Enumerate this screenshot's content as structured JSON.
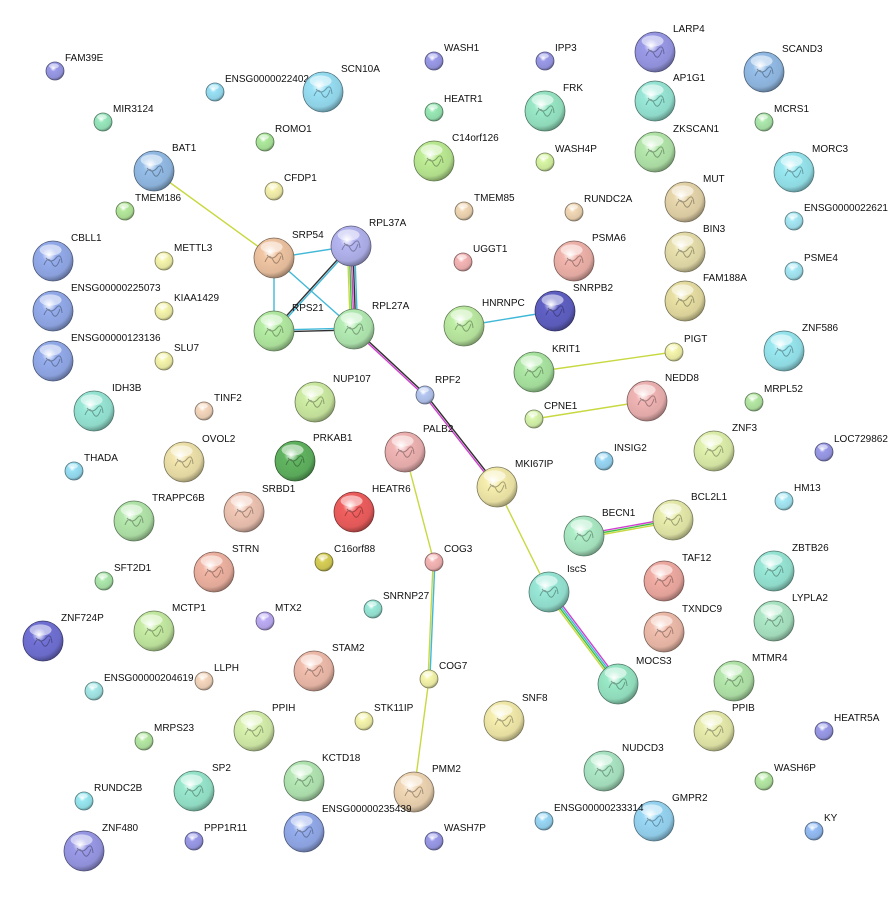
{
  "nodes": [
    {
      "id": "FAM39E",
      "label": "FAM39E",
      "color": "#8f8fd8",
      "big": false
    },
    {
      "id": "ENSG00000224024",
      "label": "ENSG00000224024",
      "color": "#8ed0e4",
      "big": false
    },
    {
      "id": "SCN10A",
      "label": "SCN10A",
      "color": "#8ed0e4",
      "big": true
    },
    {
      "id": "WASH1",
      "label": "WASH1",
      "color": "#8f8fd8",
      "big": false
    },
    {
      "id": "IPP3",
      "label": "IPP3",
      "color": "#8f8fd8",
      "big": false
    },
    {
      "id": "LARP4",
      "label": "LARP4",
      "color": "#8f8fd8",
      "big": true
    },
    {
      "id": "SCAND3",
      "label": "SCAND3",
      "color": "#8ab0d8",
      "big": true
    },
    {
      "id": "MIR3124",
      "label": "MIR3124",
      "color": "#8ed8b0",
      "big": false
    },
    {
      "id": "HEATR1",
      "label": "HEATR1",
      "color": "#8ed8a8",
      "big": false
    },
    {
      "id": "FRK",
      "label": "FRK",
      "color": "#8ed8b8",
      "big": true
    },
    {
      "id": "AP1G1",
      "label": "AP1G1",
      "color": "#8ed8c8",
      "big": true
    },
    {
      "id": "MCRS1",
      "label": "MCRS1",
      "color": "#a0d8a0",
      "big": false
    },
    {
      "id": "ROMO1",
      "label": "ROMO1",
      "color": "#a0d890",
      "big": false
    },
    {
      "id": "C14orf126",
      "label": "C14orf126",
      "color": "#b0dc8a",
      "big": true
    },
    {
      "id": "ZKSCAN1",
      "label": "ZKSCAN1",
      "color": "#a8d8a0",
      "big": true
    },
    {
      "id": "BAT1",
      "label": "BAT1",
      "color": "#8ab0d8",
      "big": true
    },
    {
      "id": "WASH4P",
      "label": "WASH4P",
      "color": "#c8e498",
      "big": false
    },
    {
      "id": "MORC3",
      "label": "MORC3",
      "color": "#8ed8e0",
      "big": true
    },
    {
      "id": "CFDP1",
      "label": "CFDP1",
      "color": "#e4e0a0",
      "big": false
    },
    {
      "id": "MUT",
      "label": "MUT",
      "color": "#d8c8a0",
      "big": true
    },
    {
      "id": "TMEM186",
      "label": "TMEM186",
      "color": "#a8d890",
      "big": false
    },
    {
      "id": "TMEM85",
      "label": "TMEM85",
      "color": "#e0c8a8",
      "big": false
    },
    {
      "id": "RUNDC2A",
      "label": "RUNDC2A",
      "color": "#e0c8a8",
      "big": false
    },
    {
      "id": "ENSG0000022621",
      "label": "ENSG0000022621",
      "color": "#9ad8e4",
      "big": false
    },
    {
      "id": "BIN3",
      "label": "BIN3",
      "color": "#d8d0a0",
      "big": true
    },
    {
      "id": "SRP54",
      "label": "SRP54",
      "color": "#e0b898",
      "big": true
    },
    {
      "id": "RPL37A",
      "label": "RPL37A",
      "color": "#a8a8e0",
      "big": true
    },
    {
      "id": "CBLL1",
      "label": "CBLL1",
      "color": "#8aa0dc",
      "big": true
    },
    {
      "id": "METTL3",
      "label": "METTL3",
      "color": "#e4e4a0",
      "big": false
    },
    {
      "id": "UGGT1",
      "label": "UGGT1",
      "color": "#e4a8a8",
      "big": false
    },
    {
      "id": "PSMA6",
      "label": "PSMA6",
      "color": "#e0a8a0",
      "big": true
    },
    {
      "id": "PSME4",
      "label": "PSME4",
      "color": "#9ad8e4",
      "big": false
    },
    {
      "id": "FAM188A",
      "label": "FAM188A",
      "color": "#d8d098",
      "big": true
    },
    {
      "id": "ENSG00000225073",
      "label": "ENSG00000225073",
      "color": "#8aa0dc",
      "big": true
    },
    {
      "id": "KIAA1429",
      "label": "KIAA1429",
      "color": "#e4e4a0",
      "big": false
    },
    {
      "id": "RPS21",
      "label": "RPS21",
      "color": "#a8dc98",
      "big": true
    },
    {
      "id": "RPL27A",
      "label": "RPL27A",
      "color": "#a8dca8",
      "big": true
    },
    {
      "id": "HNRNPC",
      "label": "HNRNPC",
      "color": "#b0dc98",
      "big": true
    },
    {
      "id": "SNRPB2",
      "label": "SNRPB2",
      "color": "#5a5ab8",
      "big": true
    },
    {
      "id": "ENSG00000123136",
      "label": "ENSG00000123136",
      "color": "#8aa0dc",
      "big": true
    },
    {
      "id": "SLU7",
      "label": "SLU7",
      "color": "#e4e4a0",
      "big": false
    },
    {
      "id": "PIGT",
      "label": "PIGT",
      "color": "#e4e4a0",
      "big": false
    },
    {
      "id": "KRIT1",
      "label": "KRIT1",
      "color": "#a0d898",
      "big": true
    },
    {
      "id": "ZNF586",
      "label": "ZNF586",
      "color": "#8ed8e0",
      "big": true
    },
    {
      "id": "NUP107",
      "label": "NUP107",
      "color": "#c0dc98",
      "big": true
    },
    {
      "id": "RPF2",
      "label": "RPF2",
      "color": "#a8b8e0",
      "big": false
    },
    {
      "id": "NEDD8",
      "label": "NEDD8",
      "color": "#e0a8a8",
      "big": true
    },
    {
      "id": "IDH3B",
      "label": "IDH3B",
      "color": "#8ed8c8",
      "big": true
    },
    {
      "id": "TINF2",
      "label": "TINF2",
      "color": "#e4c8b0",
      "big": false
    },
    {
      "id": "MRPL52",
      "label": "MRPL52",
      "color": "#a8d898",
      "big": false
    },
    {
      "id": "CPNE1",
      "label": "CPNE1",
      "color": "#c8e4a0",
      "big": false
    },
    {
      "id": "PALB2",
      "label": "PALB2",
      "color": "#e0a8a8",
      "big": true
    },
    {
      "id": "ZNF3",
      "label": "ZNF3",
      "color": "#d0e0a0",
      "big": true
    },
    {
      "id": "LOC729862",
      "label": "LOC729862",
      "color": "#8f8fd8",
      "big": false
    },
    {
      "id": "OVOL2",
      "label": "OVOL2",
      "color": "#e0d4a0",
      "big": true
    },
    {
      "id": "PRKAB1",
      "label": "PRKAB1",
      "color": "#5aa85a",
      "big": true
    },
    {
      "id": "INSIG2",
      "label": "INSIG2",
      "color": "#8ec8e4",
      "big": false
    },
    {
      "id": "THADA",
      "label": "THADA",
      "color": "#8ed0e4",
      "big": false
    },
    {
      "id": "MKI67IP",
      "label": "MKI67IP",
      "color": "#e4dca0",
      "big": true
    },
    {
      "id": "HM13",
      "label": "HM13",
      "color": "#9ad8e4",
      "big": false
    },
    {
      "id": "HEATR6",
      "label": "HEATR6",
      "color": "#e05858",
      "big": true
    },
    {
      "id": "SRBD1",
      "label": "SRBD1",
      "color": "#e0b8a8",
      "big": true
    },
    {
      "id": "TRAPPC6B",
      "label": "TRAPPC6B",
      "color": "#a8d8a0",
      "big": true
    },
    {
      "id": "BECN1",
      "label": "BECN1",
      "color": "#a0dcb8",
      "big": true
    },
    {
      "id": "BCL2L1",
      "label": "BCL2L1",
      "color": "#d8dca0",
      "big": true
    },
    {
      "id": "COG3",
      "label": "COG3",
      "color": "#e4a8a8",
      "big": false
    },
    {
      "id": "C16orf88",
      "label": "C16orf88",
      "color": "#c8c050",
      "big": false
    },
    {
      "id": "TAF12",
      "label": "TAF12",
      "color": "#e0a098",
      "big": true
    },
    {
      "id": "ZBTB26",
      "label": "ZBTB26",
      "color": "#8ed8c8",
      "big": true
    },
    {
      "id": "STRN",
      "label": "STRN",
      "color": "#e0a898",
      "big": true
    },
    {
      "id": "SFT2D1",
      "label": "SFT2D1",
      "color": "#a0d8a0",
      "big": false
    },
    {
      "id": "IscS",
      "label": "IscS",
      "color": "#8ed8c8",
      "big": true
    },
    {
      "id": "SNRNP27",
      "label": "SNRNP27",
      "color": "#8ed8c8",
      "big": false
    },
    {
      "id": "LYPLA2",
      "label": "LYPLA2",
      "color": "#a0d8b8",
      "big": true
    },
    {
      "id": "ZNF724P",
      "label": "ZNF724P",
      "color": "#6a6ac8",
      "big": true
    },
    {
      "id": "MCTP1",
      "label": "MCTP1",
      "color": "#b8dc98",
      "big": true
    },
    {
      "id": "MTX2",
      "label": "MTX2",
      "color": "#b0a0e4",
      "big": false
    },
    {
      "id": "TXNDC9",
      "label": "TXNDC9",
      "color": "#e0b0a0",
      "big": true
    },
    {
      "id": "STAM2",
      "label": "STAM2",
      "color": "#e0b0a0",
      "big": true
    },
    {
      "id": "COG7",
      "label": "COG7",
      "color": "#e4e4a0",
      "big": false
    },
    {
      "id": "ENSG00000204619",
      "label": "ENSG00000204619",
      "color": "#9ad8d8",
      "big": false
    },
    {
      "id": "LLPH",
      "label": "LLPH",
      "color": "#e4c8b0",
      "big": false
    },
    {
      "id": "MTMR4",
      "label": "MTMR4",
      "color": "#a8d8a0",
      "big": true
    },
    {
      "id": "MOCS3",
      "label": "MOCS3",
      "color": "#8ed8b8",
      "big": true
    },
    {
      "id": "SNF8",
      "label": "SNF8",
      "color": "#e4dca0",
      "big": true
    },
    {
      "id": "PPIH",
      "label": "PPIH",
      "color": "#c8e0a0",
      "big": true
    },
    {
      "id": "STK11IP",
      "label": "STK11IP",
      "color": "#e4e4a0",
      "big": false
    },
    {
      "id": "MRPS23",
      "label": "MRPS23",
      "color": "#a8d898",
      "big": false
    },
    {
      "id": "PPIB",
      "label": "PPIB",
      "color": "#d8dca0",
      "big": true
    },
    {
      "id": "HEATR5A",
      "label": "HEATR5A",
      "color": "#8f8fd8",
      "big": false
    },
    {
      "id": "KCTD18",
      "label": "KCTD18",
      "color": "#a8d8a8",
      "big": true
    },
    {
      "id": "NUDCD3",
      "label": "NUDCD3",
      "color": "#a0d8b8",
      "big": true
    },
    {
      "id": "WASH6P",
      "label": "WASH6P",
      "color": "#a8d898",
      "big": false
    },
    {
      "id": "RUNDC2B",
      "label": "RUNDC2B",
      "color": "#8ed8e0",
      "big": false
    },
    {
      "id": "SP2",
      "label": "SP2",
      "color": "#8ed8c0",
      "big": true
    },
    {
      "id": "PMM2",
      "label": "PMM2",
      "color": "#e0c8a8",
      "big": true
    },
    {
      "id": "GMPR2",
      "label": "GMPR2",
      "color": "#8ec8e4",
      "big": true
    },
    {
      "id": "ENSG00000233314",
      "label": "ENSG00000233314",
      "color": "#8ec8e4",
      "big": false
    },
    {
      "id": "ENSG00000235439",
      "label": "ENSG00000235439",
      "color": "#8aa0dc",
      "big": true
    },
    {
      "id": "KY",
      "label": "KY",
      "color": "#8ab0e4",
      "big": false
    },
    {
      "id": "ZNF480",
      "label": "ZNF480",
      "color": "#8f8fd8",
      "big": true
    },
    {
      "id": "PPP1R11",
      "label": "PPP1R11",
      "color": "#8f8fd8",
      "big": false
    },
    {
      "id": "WASH7P",
      "label": "WASH7P",
      "color": "#8f8fd8",
      "big": false
    }
  ],
  "edges": [
    {
      "from": "BAT1",
      "to": "SRP54",
      "colors": [
        "#c8d840"
      ]
    },
    {
      "from": "SRP54",
      "to": "RPL37A",
      "colors": [
        "#40b8d8"
      ]
    },
    {
      "from": "SRP54",
      "to": "RPS21",
      "colors": [
        "#40b8d8"
      ]
    },
    {
      "from": "SRP54",
      "to": "RPL27A",
      "colors": [
        "#40b8d8"
      ]
    },
    {
      "from": "RPL37A",
      "to": "RPS21",
      "colors": [
        "#40b8d8",
        "#303030"
      ]
    },
    {
      "from": "RPL37A",
      "to": "RPL27A",
      "colors": [
        "#40b8d8",
        "#303030",
        "#d040d0",
        "#40c040",
        "#c8d840"
      ]
    },
    {
      "from": "RPS21",
      "to": "RPL27A",
      "colors": [
        "#40b8d8",
        "#303030"
      ]
    },
    {
      "from": "RPL27A",
      "to": "RPF2",
      "colors": [
        "#303030",
        "#d040d0"
      ]
    },
    {
      "from": "RPF2",
      "to": "MKI67IP",
      "colors": [
        "#303030",
        "#d040d0"
      ]
    },
    {
      "from": "HNRNPC",
      "to": "SNRPB2",
      "colors": [
        "#40b8d8"
      ]
    },
    {
      "from": "KRIT1",
      "to": "PIGT",
      "colors": [
        "#c8d840"
      ]
    },
    {
      "from": "CPNE1",
      "to": "NEDD8",
      "colors": [
        "#c8d840"
      ]
    },
    {
      "from": "PALB2",
      "to": "COG3",
      "colors": [
        "#c8d840"
      ]
    },
    {
      "from": "MKI67IP",
      "to": "IscS",
      "colors": [
        "#c8d840"
      ]
    },
    {
      "from": "BECN1",
      "to": "BCL2L1",
      "colors": [
        "#d040d0",
        "#40c040",
        "#c8d840"
      ]
    },
    {
      "from": "IscS",
      "to": "MOCS3",
      "colors": [
        "#d040d0",
        "#40b8d8",
        "#40c040",
        "#c8d840"
      ]
    },
    {
      "from": "COG3",
      "to": "COG7",
      "colors": [
        "#40b8d8",
        "#c8d840"
      ]
    },
    {
      "from": "COG7",
      "to": "PMM2",
      "colors": [
        "#c8d840"
      ]
    }
  ]
}
